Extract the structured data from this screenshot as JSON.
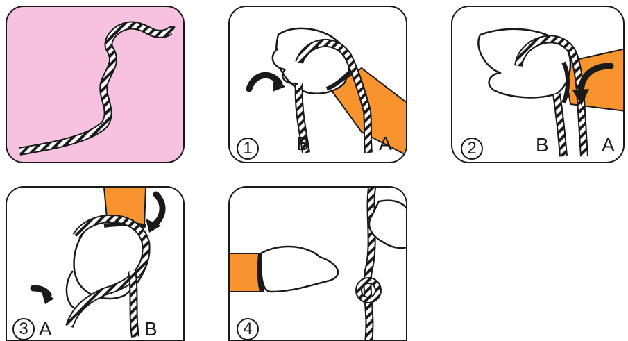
{
  "colors": {
    "panel0_bg": "#f7c2e0",
    "sleeve": "#f7942e",
    "outline": "#1a1a1a",
    "glove": "#ffffff"
  },
  "panels": [
    {
      "id": "rope-start",
      "step": ""
    },
    {
      "id": "step-1",
      "step": "1",
      "label_left": "B",
      "label_right": "A"
    },
    {
      "id": "step-2",
      "step": "2",
      "label_left": "B",
      "label_right": "A"
    },
    {
      "id": "step-3",
      "step": "3",
      "label_left": "A",
      "label_right": "B"
    },
    {
      "id": "step-4",
      "step": "4"
    }
  ]
}
